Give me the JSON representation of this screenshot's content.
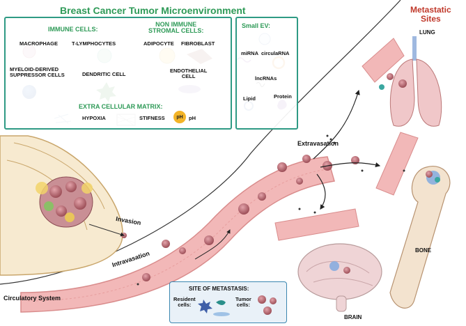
{
  "title": "Breast Cancer Tumor Microenvironment",
  "tme": {
    "immune_heading": "IMMUNE CELLS:",
    "macrophage": "MACROPHAGE",
    "t_lymphocytes": "T-LYMPHOCYTES",
    "mdsc": "MYELOID-DERIVED\nSUPPRESSOR CELLS",
    "dendritic": "DENDRITIC CELL",
    "nonimmune_heading": "NON IMMUNE\nSTROMAL CELLS:",
    "adipocyte": "ADIPOCYTE",
    "fibroblast": "FIBROBLAST",
    "endothelial": "ENDOTHELIAL\nCELL",
    "ecm_heading": "EXTRA CELLULAR MATRIX:",
    "hypoxia": "HYPOXIA",
    "stiffness": "STIFNESS",
    "ph": "pH",
    "ph_badge": "pH"
  },
  "ev": {
    "heading": "Small EV:",
    "mirna": "miRNA",
    "circularna": "circulaRNA",
    "lncrnas": "lncRNAs",
    "lipid": "Lipid",
    "protein": "Protein"
  },
  "metastatic_sites": "Metastatic\nSites",
  "organs": {
    "lung": "LUNG",
    "bone": "BONE",
    "brain": "BRAIN"
  },
  "process": {
    "invasion": "Invasion",
    "intravasation": "Intravasation",
    "extravasation": "Extravasation",
    "circulatory": "Circulatory System"
  },
  "legend": {
    "heading": "SITE OF METASTASIS:",
    "resident": "Resident\ncells:",
    "tumor": "Tumor\ncells:"
  },
  "colors": {
    "panel_border": "#2e9a84",
    "title_green": "#2e9a57",
    "title_red": "#c0392b",
    "vessel": "#f2b8b8",
    "vessel_edge": "#d98c8c",
    "tumor_cell": "#b5656c"
  }
}
